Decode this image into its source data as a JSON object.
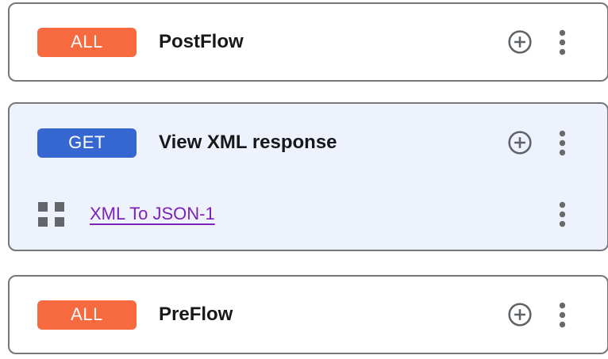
{
  "colors": {
    "badge_all_bg": "#F7693F",
    "badge_get_bg": "#3667D0",
    "conditional_card_bg": "#EEF2FC",
    "card_border": "#76777B",
    "title_text": "#17181A",
    "policy_link": "#7C22B8",
    "icon_gray": "#5F6368"
  },
  "icons": {
    "add": "plus-circle",
    "menu": "kebab-vertical-dots",
    "policy": "grid-of-squares"
  },
  "flows": [
    {
      "badge": {
        "label": "ALL"
      },
      "title": "PostFlow",
      "policies": []
    },
    {
      "badge": {
        "label": "GET"
      },
      "title": "View XML response",
      "policies": [
        {
          "label": "XML To JSON-1"
        }
      ]
    },
    {
      "badge": {
        "label": "ALL"
      },
      "title": "PreFlow",
      "policies": []
    }
  ]
}
